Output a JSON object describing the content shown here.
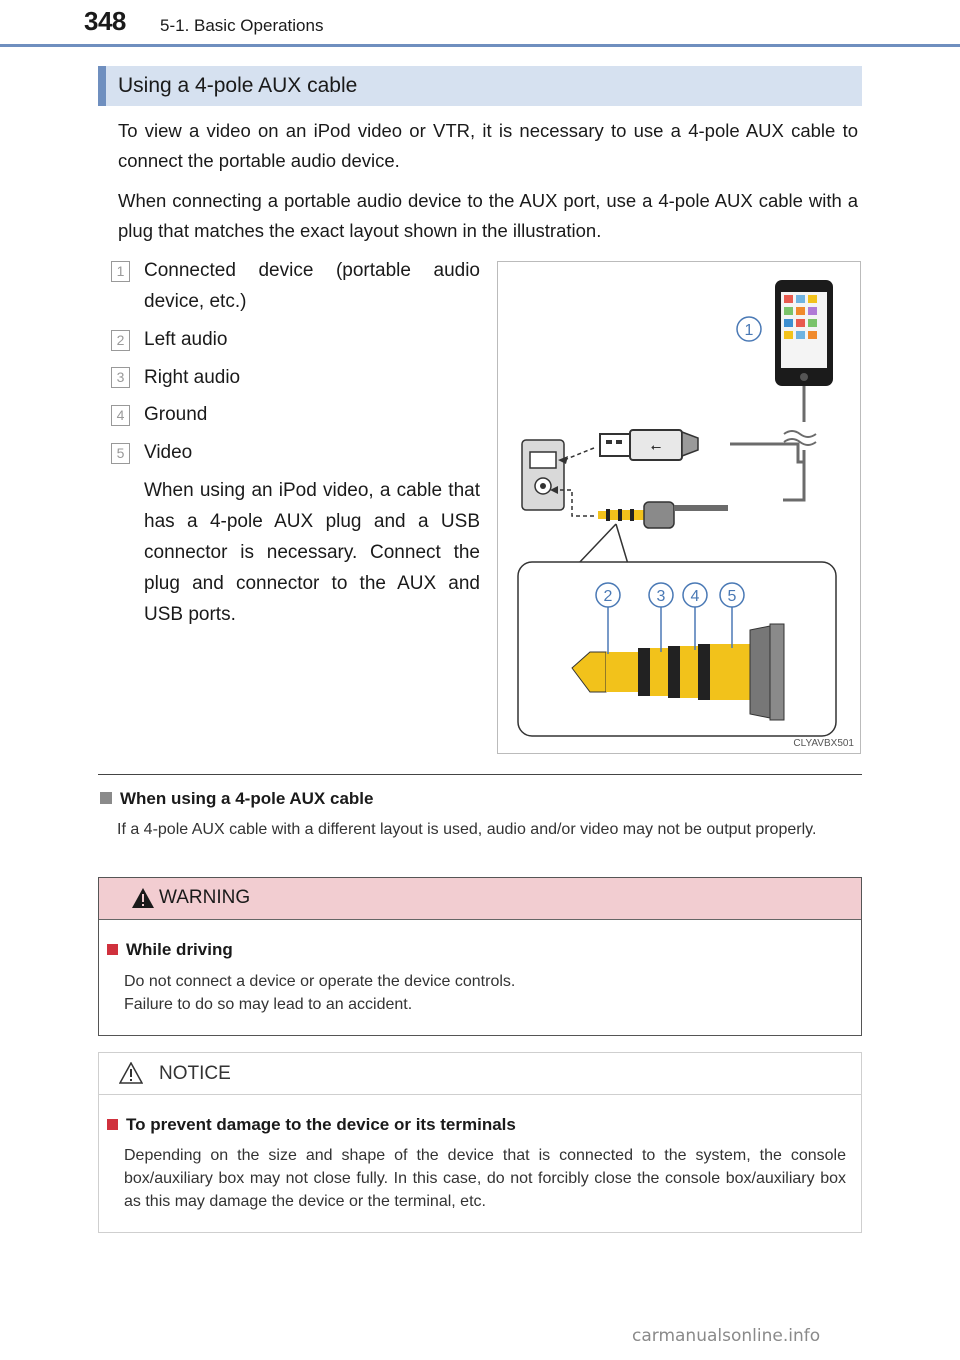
{
  "header": {
    "page_number": "348",
    "section": "5-1. Basic Operations"
  },
  "section_heading": "Using a 4-pole AUX cable",
  "intro": {
    "paragraph_1": "To view a video on an iPod video or VTR, it is necessary to use a 4-pole AUX cable to connect the portable audio device.",
    "paragraph_2": "When connecting a portable audio device to the AUX port, use a 4-pole AUX cable with a plug that matches the exact layout shown in the illustration."
  },
  "items": [
    {
      "number": "1",
      "label": "Connected device (portable audio device, etc.)"
    },
    {
      "number": "2",
      "label": "Left audio"
    },
    {
      "number": "3",
      "label": "Right audio"
    },
    {
      "number": "4",
      "label": "Ground"
    },
    {
      "number": "5",
      "label": "Video"
    }
  ],
  "video_note": "When using an iPod video, a cable that has a 4-pole AUX plug and a USB connector is necessary. Connect the plug and connector to the AUX and USB ports.",
  "illustration": {
    "code": "CLYAVBX501",
    "callouts": [
      "1",
      "2",
      "3",
      "4",
      "5"
    ]
  },
  "note": {
    "title": "When using a 4-pole AUX cable",
    "body": "If a 4-pole AUX cable with a different layout is used, audio and/or video may not be output properly."
  },
  "warning": {
    "header": "WARNING",
    "title": "While driving",
    "line_1": "Do not connect a device or operate the device controls.",
    "line_2": "Failure to do so may lead to an accident."
  },
  "notice": {
    "header": "NOTICE",
    "title": "To prevent damage to the device or its terminals",
    "body": "Depending on the size and shape of the device that is connected to the system, the console box/auxiliary box may not close fully. In this case, do not forcibly close the console box/auxiliary box as this may damage the device or the terminal, etc."
  },
  "watermark": "carmanualsonline.info",
  "colors": {
    "accent_blue": "#6f8fbf",
    "heading_fill": "#d6e1f0",
    "warning_fill": "#f2cdd1",
    "notice_square": "#d0313d",
    "plug_gold": "#f2c21b"
  }
}
